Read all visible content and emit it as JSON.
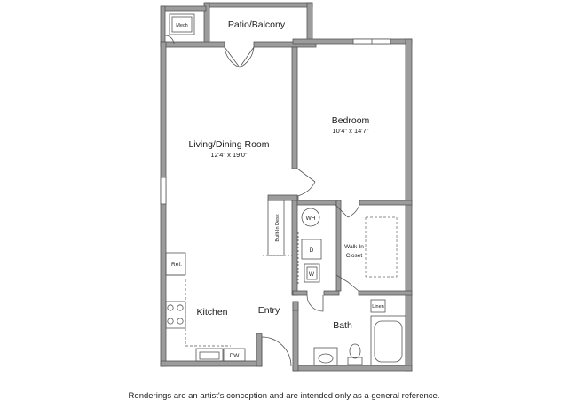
{
  "rooms": {
    "patio": "Patio/Balcony",
    "living": "Living/Dining Room",
    "living_dim": "12'4\" x 19'0\"",
    "bedroom": "Bedroom",
    "bedroom_dim": "10'4\" x 14'7\"",
    "kitchen": "Kitchen",
    "entry": "Entry",
    "bath": "Bath",
    "closet_line1": "Walk-In",
    "closet_line2": "Closet"
  },
  "fixtures": {
    "mech": "Mech",
    "ref": "Ref.",
    "dw": "DW",
    "wh": "WH",
    "dryer": "D",
    "washer": "W",
    "desk": "Built-In Desk",
    "linen": "Linen"
  },
  "disclaimer": "Renderings are an artist's conception and are intended only as a general reference.",
  "colors": {
    "wall": "#999999",
    "wall_edge": "#555555",
    "line": "#555555"
  }
}
